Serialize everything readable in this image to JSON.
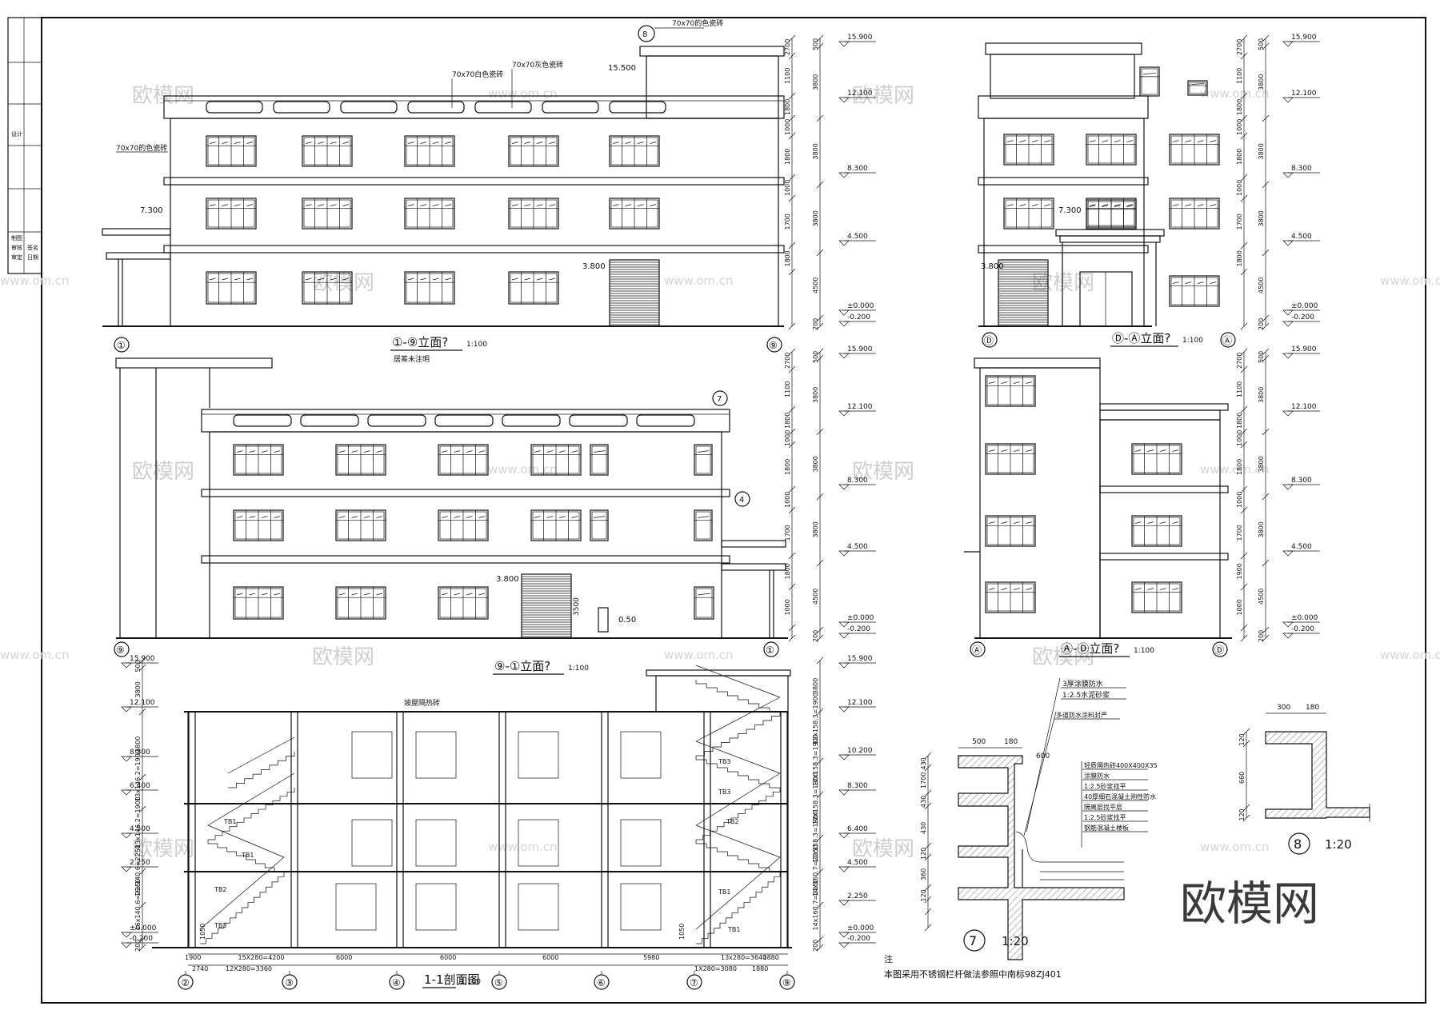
{
  "views": {
    "elev_1_9": {
      "title": "①-⑨立面?",
      "scale": "1:100",
      "note": "居筹未注明",
      "axis_left": "①",
      "axis_right": "⑨",
      "levels": [
        "15.900",
        "12.100",
        "8.300",
        "4.500",
        "±0.000",
        "-0.200"
      ],
      "dims_outer": [
        "500",
        "3800",
        "3800",
        "3800",
        "4500",
        "200"
      ],
      "dims_inner": [
        "2700",
        "1100",
        "1800",
        "1000",
        "1800",
        "1000",
        "1700",
        "1800"
      ],
      "labels": [
        "15.500",
        "7.300",
        "3.800",
        "70x70的色瓷砖",
        "70x70白色瓷砖",
        "70x70灰色瓷砖",
        "70x70的色瓷砖"
      ],
      "detail_ref": "8"
    },
    "elev_d_a": {
      "title": "Ⓓ-Ⓐ立面?",
      "scale": "1:100",
      "axis_left": "Ⓓ",
      "axis_right": "Ⓐ",
      "levels": [
        "15.900",
        "12.100",
        "8.300",
        "4.500",
        "±0.000",
        "-0.200"
      ],
      "dims_outer": [
        "500",
        "3800",
        "3800",
        "3800",
        "4500",
        "200"
      ],
      "dims_inner": [
        "2700",
        "1100",
        "1800",
        "1000",
        "1800",
        "1000",
        "1700",
        "1800"
      ],
      "labels": [
        "7.300",
        "3.800"
      ]
    },
    "elev_9_1": {
      "title": "⑨-①立面?",
      "scale": "1:100",
      "axis_left": "⑨",
      "axis_right": "①",
      "levels": [
        "15.900",
        "12.100",
        "8.300",
        "4.500",
        "±0.000",
        "-0.200"
      ],
      "dims_outer": [
        "500",
        "3800",
        "3800",
        "3800",
        "4500",
        "200"
      ],
      "dims_inner": [
        "2700",
        "1100",
        "1800",
        "1000",
        "1800",
        "1000",
        "1700",
        "1800",
        "1000"
      ],
      "labels": [
        "3.800",
        "3500",
        "0.50"
      ],
      "detail_refs": [
        "7",
        "4"
      ]
    },
    "elev_a_d": {
      "title": "Ⓐ-Ⓓ立面?",
      "scale": "1:100",
      "axis_left": "Ⓐ",
      "axis_right": "Ⓓ",
      "levels": [
        "15.900",
        "12.100",
        "8.300",
        "4.500",
        "±0.000",
        "-0.200"
      ],
      "dims_outer": [
        "500",
        "3800",
        "3800",
        "3800",
        "4500",
        "200"
      ],
      "dims_inner": [
        "2700",
        "1100",
        "1800",
        "1000",
        "1800",
        "1000",
        "1700",
        "1900",
        "1000"
      ]
    },
    "section_1_1": {
      "title": "1-1剖面图",
      "scale": "1:100",
      "roof_note": "坡屋隔热砖",
      "levels_left": [
        "15.900",
        "12.100",
        "8.300",
        "6.400",
        "4.500",
        "2.250",
        "±0.000",
        "-0.200"
      ],
      "levels_right": [
        "15.900",
        "12.100",
        "10.200",
        "8.300",
        "6.400",
        "4.500",
        "2.250",
        "±0.000",
        "-0.200"
      ],
      "dims_left": [
        "500",
        "3800",
        "3800",
        "13x146.2=1900",
        "13x146.2=1900",
        "16x140.6=2250",
        "16x140.6=2250",
        "200"
      ],
      "dims_right": [
        "3800",
        "12x158.3=1900",
        "12x158.3=1900",
        "12x158.3=1900",
        "12x158.3=1900",
        "14x160.7=2250",
        "14x160.7=2250",
        "200"
      ],
      "stair_labels": [
        "TB3",
        "TB2",
        "TB1",
        "TB1",
        "TB3",
        "TB3",
        "TB2",
        "TB1",
        "TB1"
      ],
      "small_dims": [
        "1050",
        "1050"
      ],
      "bottom_dims_1": [
        "1900",
        "15X280=4200",
        "6000",
        "6000",
        "6000",
        "5980",
        "13x280=3640",
        "1880"
      ],
      "bottom_dims_2": [
        "2740",
        "12X280=3360",
        "1X280=3080",
        "1880"
      ],
      "axes": [
        "②",
        "③",
        "④",
        "⑤",
        "⑥",
        "⑦",
        "⑨"
      ]
    },
    "detail_7": {
      "ref": "7",
      "scale": "1:20",
      "layers": [
        "3厚涂膜防水",
        "1:2.5水泥砂浆",
        "多道防水涂料封严",
        "轻质隔热砖400X400X35",
        "涂膜防水",
        "1:2.5砂浆找平",
        "40厚细石混凝土刚性防水",
        "隔离层找平层",
        "1:2.5砂浆找平",
        "钢筋混凝土楼板"
      ],
      "dims": [
        "500",
        "180",
        "600",
        "430",
        "1700",
        "430",
        "430",
        "120",
        "360",
        "120"
      ]
    },
    "detail_8": {
      "ref": "8",
      "scale": "1:20",
      "dims": [
        "300",
        "180",
        "120",
        "660",
        "120"
      ]
    }
  },
  "note": {
    "heading": "注",
    "text": "本图采用不锈钢栏杆做法参照中南标98ZJ401"
  },
  "watermark": {
    "brand": "欧模网",
    "url": "www.om.cn"
  },
  "title_block": [
    "设计",
    "制图",
    "审核",
    "审定",
    "签名",
    "日期"
  ]
}
